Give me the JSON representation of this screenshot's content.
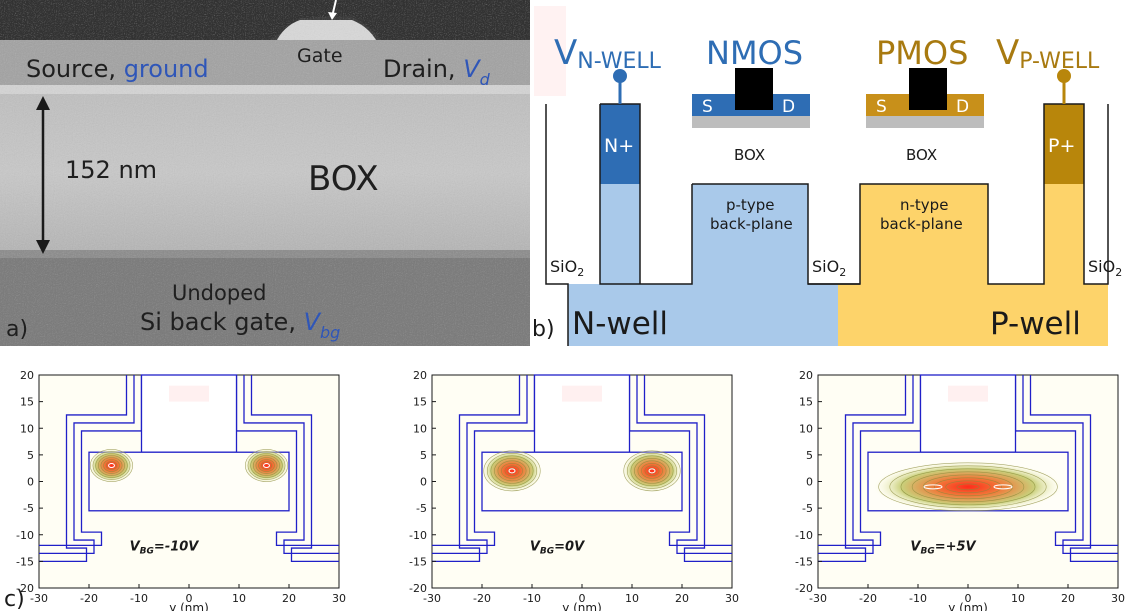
{
  "panel_a": {
    "label": "a)",
    "gate": "Gate",
    "source_text": "Source, ",
    "source_terminal": "ground",
    "drain_text": "Drain, ",
    "drain_terminal": "V",
    "drain_sub": "d",
    "thickness": "152 nm",
    "box": "BOX",
    "backgate_line1": "Undoped",
    "backgate_text": "Si back gate, ",
    "backgate_terminal": "V",
    "backgate_sub": "bg"
  },
  "panel_b": {
    "label": "b)",
    "vnwell_main": "V",
    "vnwell_sub": "N-WELL",
    "vpwell_main": "V",
    "vpwell_sub": "P-WELL",
    "nmos": "NMOS",
    "pmos": "PMOS",
    "s": "S",
    "d": "D",
    "box_left": "BOX",
    "box_right": "BOX",
    "nplus": "N+",
    "pplus": "P+",
    "ptype_1": "p-type",
    "ptype_2": "back-plane",
    "ntype_1": "n-type",
    "ntype_2": "back-plane",
    "sio2_main": "SiO",
    "sio2_sub": "2",
    "nwell": "N-well",
    "pwell": "P-well",
    "colors": {
      "nmos": "#2e6db4",
      "pmos": "#a87a10",
      "nwell": "#a9c9ea",
      "pwell": "#fdd36a",
      "nplus": "#2e6db4",
      "pplus": "#b8860b"
    }
  },
  "panel_c": {
    "label": "c)",
    "xlabel": "y (nm)",
    "xticks": [
      -30,
      -20,
      -10,
      0,
      10,
      20,
      30
    ],
    "yticks": [
      20,
      15,
      10,
      5,
      0,
      -5,
      -10,
      -15,
      -20
    ],
    "xlim": [
      -30,
      30
    ],
    "ylim": [
      -20,
      20
    ],
    "plots": [
      {
        "vbg_main": "V",
        "vbg_sub": "BG",
        "vbg_value": "=-10V",
        "peaks": [
          [
            -15.5,
            3
          ],
          [
            15.5,
            3
          ]
        ]
      },
      {
        "vbg_main": "V",
        "vbg_sub": "BG",
        "vbg_value": "=0V",
        "peaks": [
          [
            -14,
            2
          ],
          [
            14,
            2
          ]
        ]
      },
      {
        "vbg_main": "V",
        "vbg_sub": "BG",
        "vbg_value": "=+5V",
        "peaks": [
          [
            -7,
            -1
          ],
          [
            7,
            -1
          ]
        ]
      }
    ]
  }
}
